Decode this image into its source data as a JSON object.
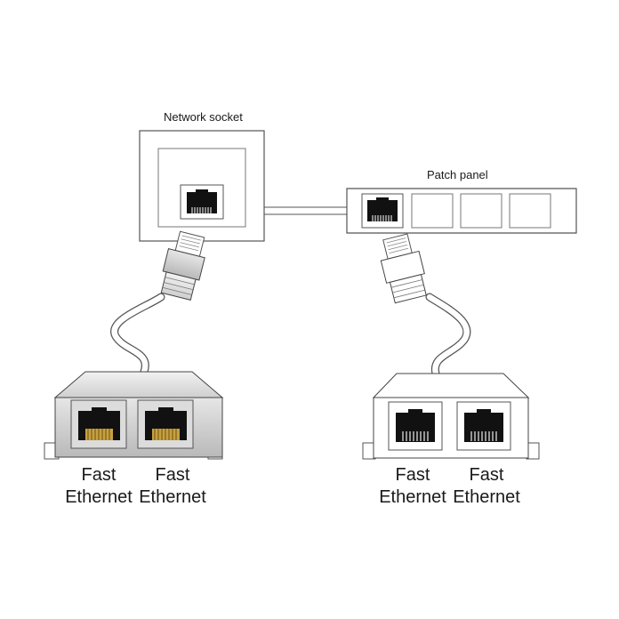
{
  "labels": {
    "network_socket": "Network socket",
    "patch_panel": "Patch panel"
  },
  "left_splitter": {
    "port_1": {
      "line1": "Fast",
      "line2": "Ethernet"
    },
    "port_2": {
      "line1": "Fast",
      "line2": "Ethernet"
    }
  },
  "right_splitter": {
    "port_1": {
      "line1": "Fast",
      "line2": "Ethernet"
    },
    "port_2": {
      "line1": "Fast",
      "line2": "Ethernet"
    }
  },
  "colors": {
    "outline": "#333333",
    "grey_body": "#c8c8c8",
    "gold_contacts": "#c8a040",
    "port_black": "#111111"
  }
}
